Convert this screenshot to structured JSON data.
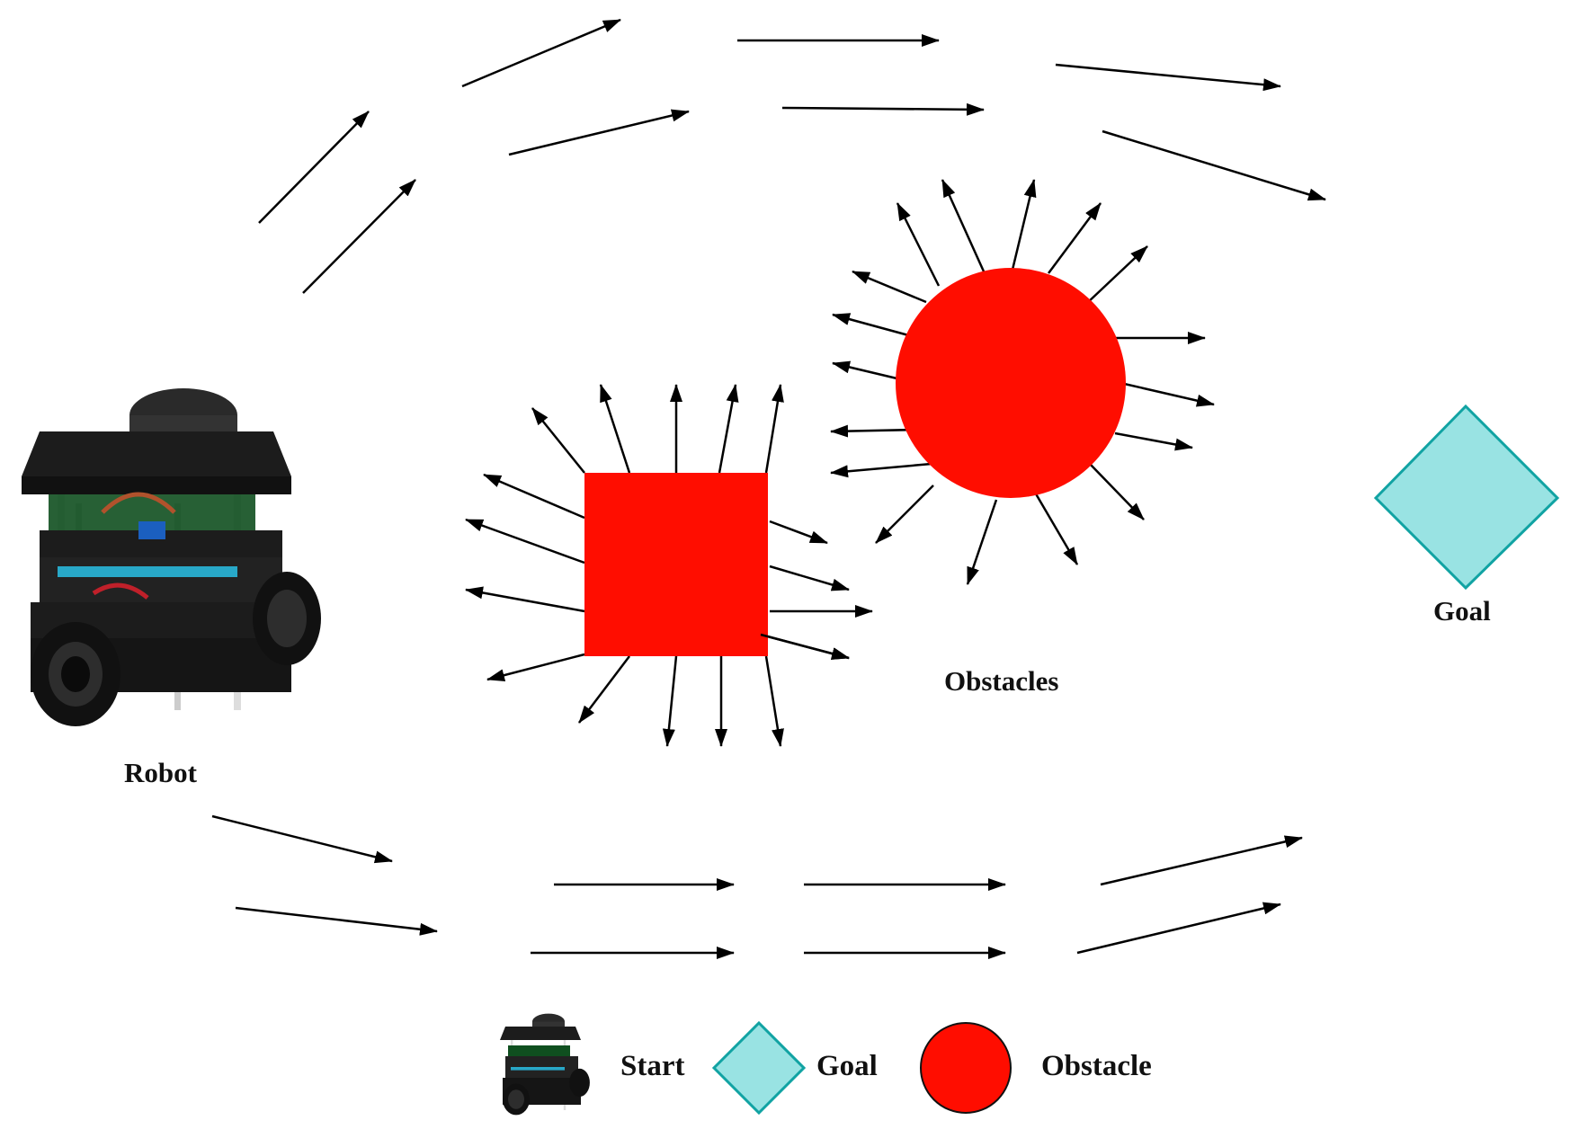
{
  "labels": {
    "robot": "Robot",
    "obstacles": "Obstacles",
    "goal": "Goal"
  },
  "legend": {
    "start": "Start",
    "goal": "Goal",
    "obstacle": "Obstacle"
  },
  "colors": {
    "obstacle": "#ff0d00",
    "goal_fill": "#99e3e3",
    "goal_stroke": "#11a3a3",
    "arrow": "#000000",
    "robot_body": "#1c1c1c"
  },
  "icons": {
    "robot": "robot-icon",
    "goal": "diamond-icon",
    "obstacle": "circle-icon",
    "obstacle_square": "square-icon"
  }
}
